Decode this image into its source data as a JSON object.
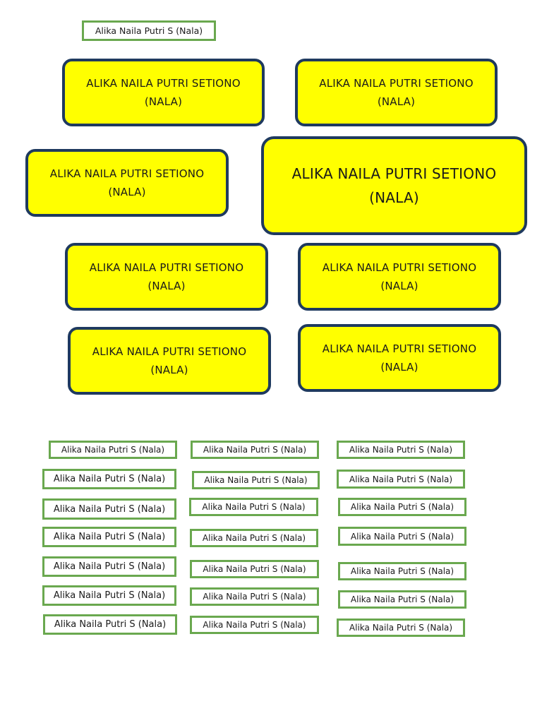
{
  "top_label": "Alika Naila Putri S (Nala)",
  "cards": [
    {
      "line1": "ALIKA NAILA PUTRI SETIONO",
      "line2": "(NALA)"
    },
    {
      "line1": "ALIKA NAILA PUTRI SETIONO",
      "line2": "(NALA)"
    },
    {
      "line1": "ALIKA NAILA PUTRI SETIONO",
      "line2": "(NALA)"
    },
    {
      "line1": "ALIKA NAILA PUTRI SETIONO",
      "line2": "(NALA)"
    },
    {
      "line1": "ALIKA NAILA PUTRI SETIONO",
      "line2": "(NALA)"
    },
    {
      "line1": "ALIKA NAILA PUTRI SETIONO",
      "line2": "(NALA)"
    },
    {
      "line1": "ALIKA NAILA PUTRI SETIONO",
      "line2": "(NALA)"
    },
    {
      "line1": "ALIKA NAILA PUTRI SETIONO",
      "line2": "(NALA)"
    }
  ],
  "labels": [
    "Alika Naila Putri S (Nala)",
    "Alika Naila Putri S (Nala)",
    "Alika Naila Putri S (Nala)",
    "Alika Naila Putri S (Nala)",
    "Alika Naila Putri S (Nala)",
    "Alika Naila Putri S (Nala)",
    "Alika Naila Putri S (Nala)",
    "Alika Naila Putri S (Nala)",
    "Alika Naila Putri S (Nala)",
    "Alika Naila Putri S (Nala)",
    "Alika Naila Putri S (Nala)",
    "Alika Naila Putri S (Nala)",
    "Alika Naila Putri S (Nala)",
    "Alika Naila Putri S (Nala)",
    "Alika Naila Putri S (Nala)",
    "Alika Naila Putri S (Nala)",
    "Alika Naila Putri S (Nala)",
    "Alika Naila Putri S (Nala)",
    "Alika Naila Putri S (Nala)",
    "Alika Naila Putri S (Nala)",
    "Alika Naila Putri S (Nala)"
  ]
}
